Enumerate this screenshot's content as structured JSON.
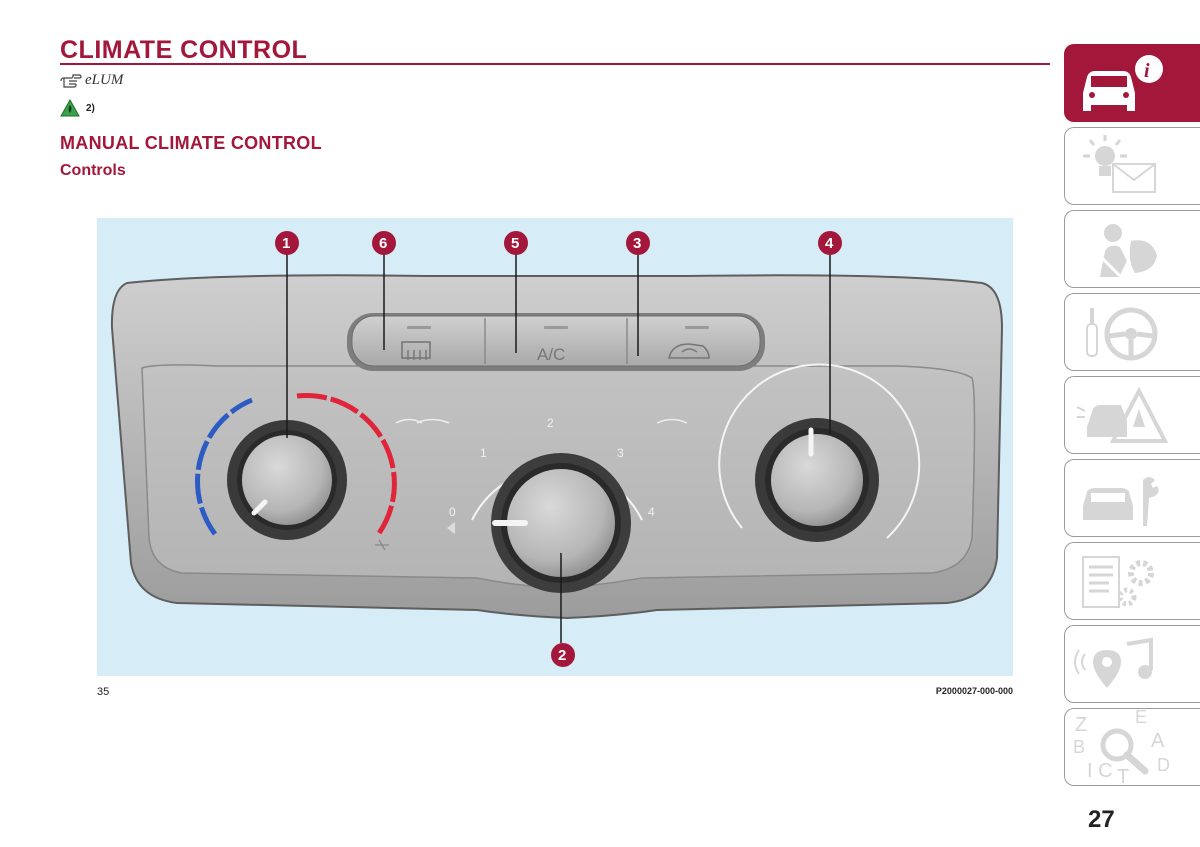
{
  "header": {
    "title": "CLIMATE CONTROL",
    "note_ref": "2)"
  },
  "section": {
    "subtitle": "MANUAL CLIMATE CONTROL",
    "heading": "Controls"
  },
  "figure": {
    "number": "35",
    "code": "P2000027-000-000",
    "callouts": [
      "1",
      "6",
      "5",
      "3",
      "4",
      "2"
    ],
    "button_label": "A/C",
    "fan_scale": [
      "0",
      "1",
      "2",
      "3",
      "4"
    ]
  },
  "sidebar": {
    "tabs": [
      {
        "icon": "car-info-icon",
        "active": true
      },
      {
        "icon": "lights-message-icon",
        "active": false
      },
      {
        "icon": "airbag-safety-icon",
        "active": false
      },
      {
        "icon": "key-steering-wheel-icon",
        "active": false
      },
      {
        "icon": "warning-triangle-icon",
        "active": false
      },
      {
        "icon": "car-wrench-icon",
        "active": false
      },
      {
        "icon": "specs-gears-icon",
        "active": false
      },
      {
        "icon": "multimedia-icon",
        "active": false
      },
      {
        "icon": "alphabetical-index-icon",
        "active": false
      }
    ]
  },
  "page_number": "27",
  "colors": {
    "brand": "#a3173a",
    "figure_background": "#d6ecf6"
  }
}
